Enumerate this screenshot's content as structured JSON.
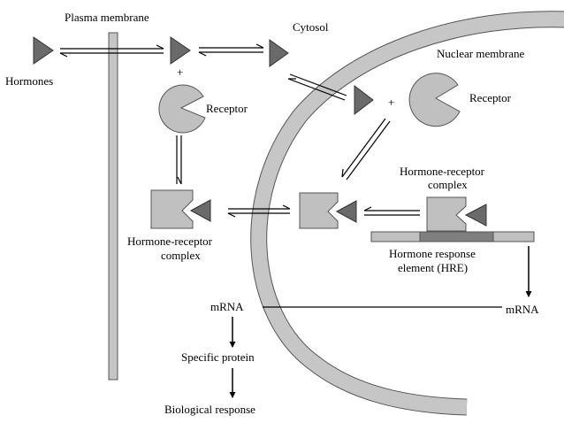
{
  "labels": {
    "plasma_membrane": "Plasma membrane",
    "cytosol": "Cytosol",
    "nuclear_membrane": "Nuclear membrane",
    "hormones": "Hormones",
    "plus": "+",
    "receptor": "Receptor",
    "hormone_receptor_complex_line1": "Hormone-receptor",
    "hormone_receptor_complex_line2": "complex",
    "hre_line1": "Hormone response",
    "hre_line2": "element (HRE)",
    "mrna": "mRNA",
    "specific_protein": "Specific protein",
    "biological_response": "Biological response"
  },
  "colors": {
    "hormone": "#6a6a6a",
    "receptor": "#c0c0c0",
    "membrane": "#c6c6c6",
    "hre_light": "#c0c0c0",
    "hre_dark": "#7f7f7f",
    "outline": "#555555",
    "line": "#000000"
  }
}
